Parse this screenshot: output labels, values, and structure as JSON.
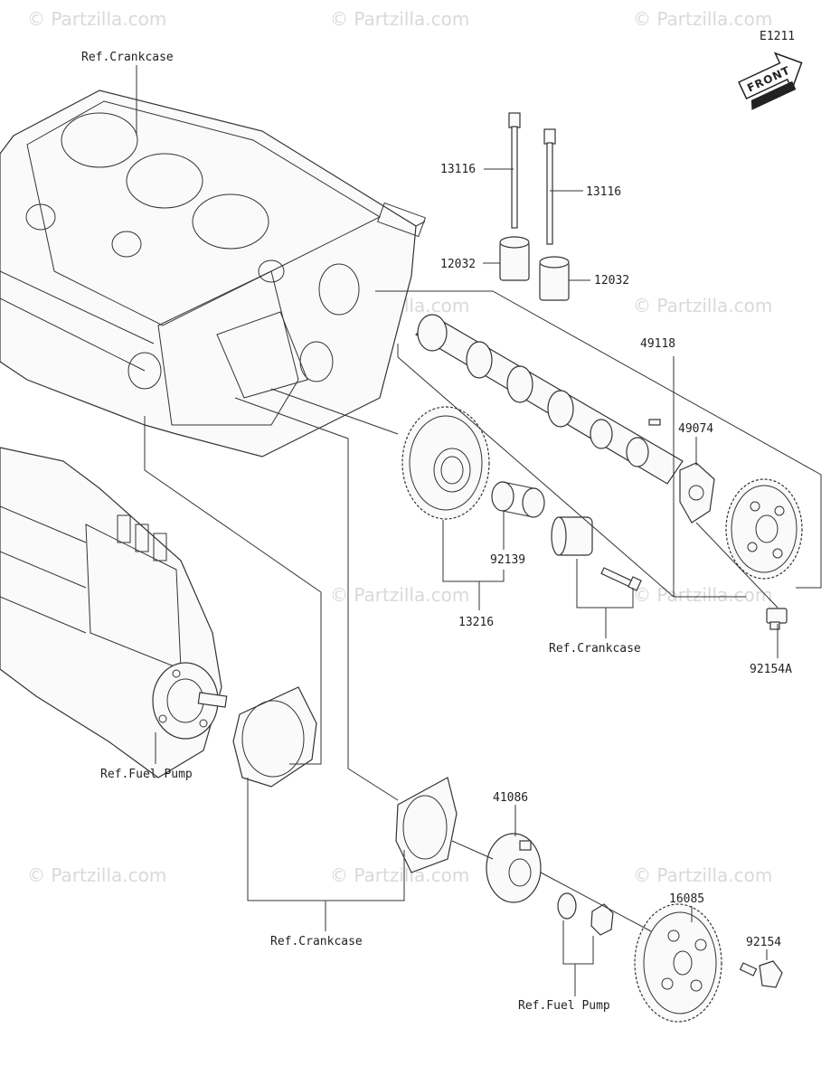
{
  "diagram_code": "E1211",
  "front_label": "FRONT",
  "watermark": "© Partzilla.com",
  "labels": {
    "ref_crankcase_top": "Ref.Crankcase",
    "p13116_a": "13116",
    "p13116_b": "13116",
    "p12032_a": "12032",
    "p12032_b": "12032",
    "p49118": "49118",
    "p49074": "49074",
    "p92139": "92139",
    "p13216": "13216",
    "ref_crankcase_mid": "Ref.Crankcase",
    "p92154a": "92154A",
    "ref_fuel_pump_left": "Ref.Fuel Pump",
    "p41086": "41086",
    "p16085": "16085",
    "p92154": "92154",
    "ref_crankcase_bottom": "Ref.Crankcase",
    "ref_fuel_pump_bottom": "Ref.Fuel Pump"
  }
}
